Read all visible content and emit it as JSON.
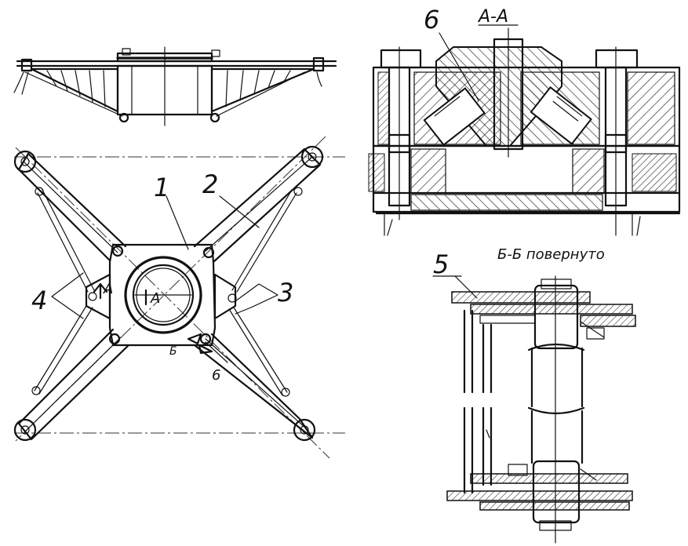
{
  "labels": {
    "part_1": "1",
    "part_2": "2",
    "part_3": "3",
    "part_4": "4",
    "part_5": "5",
    "part_6_plan": "6",
    "part_6_section": "6",
    "mark_a_left": "A",
    "mark_a_center": "A",
    "mark_b": "Б",
    "section_aa": "А-А",
    "section_bb": "Б-Б повернуто"
  }
}
